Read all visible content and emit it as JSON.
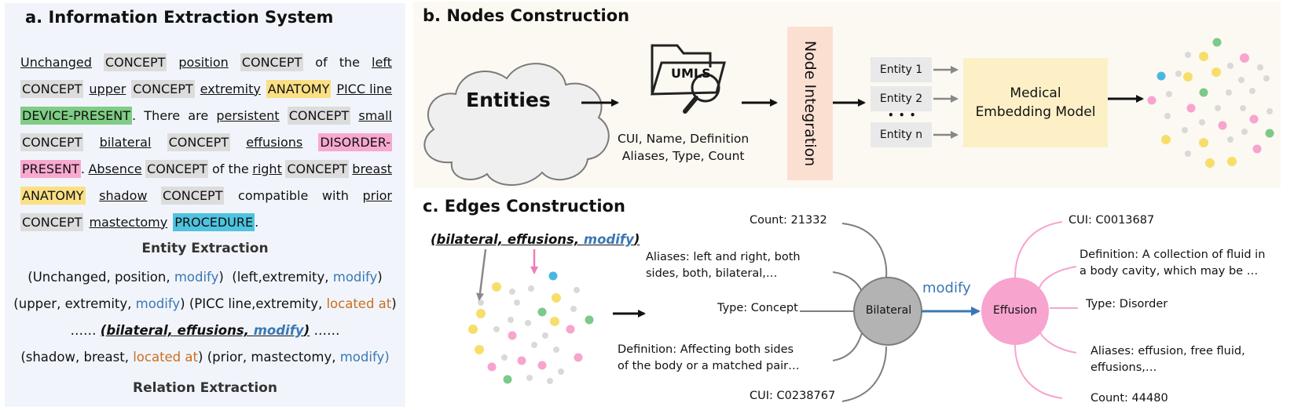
{
  "panel_a": {
    "title": "a. Information Extraction System",
    "report": {
      "w1": "Unchanged",
      "w2": "CONCEPT",
      "w3": "position",
      "w4": "CONCEPT",
      "w5": "of",
      "w6": "the",
      "w7": "left",
      "w8": "CONCEPT",
      "w9": "upper",
      "w10": "CONCEPT",
      "w11": "extremity",
      "w12": "ANATOMY",
      "w13": "PICC line",
      "w14": "DEVICE-PRESENT",
      "w15": ".",
      "w16": "There",
      "w17": "are",
      "w18": "persistent",
      "w19": "CONCEPT",
      "w20": "small",
      "w21": "CONCEPT",
      "w22": "bilateral",
      "w23": "CONCEPT",
      "w24": "effusions",
      "w25": "DISORDER-",
      "w26": "PRESENT",
      "w27": ".",
      "w28": "Absence",
      "w29": "CONCEPT",
      "w30": "of the",
      "w31": "right",
      "w32": "CONCEPT",
      "w33": "breast",
      "w34": "ANATOMY",
      "w35": "shadow",
      "w36": "CONCEPT",
      "w37": "compatible",
      "w38": "with",
      "w39": "prior",
      "w40": "CONCEPT",
      "w41": "mastectomy",
      "w42": "PROCEDURE",
      "w43": "."
    },
    "entity_extraction": "Entity Extraction",
    "triples": {
      "r1": {
        "a": "(Unchanged,",
        "b": "position,",
        "c": "modify",
        "d": ")",
        "e": "(left,",
        "f": "extremity,",
        "g": "modify",
        "h": ")"
      },
      "r2": {
        "a": "(upper,",
        "b": "extremity,",
        "c": "modify",
        "d": ")",
        "e": "(PICC line,",
        "f": "extremity,",
        "g": "located at",
        "h": ")"
      },
      "r3": {
        "dots1": "……",
        "open": "(bilateral,",
        "b": "effusions,",
        "c": "modify",
        "close": ")",
        "dots2": "……"
      },
      "r4": {
        "a": "(shadow,",
        "b": "breast,",
        "c": "located at",
        "d": ")",
        "e": "(prior,",
        "f": "mastectomy,",
        "g": "modify",
        "h": ")"
      }
    },
    "relation_extraction": "Relation Extraction"
  },
  "panel_b": {
    "title": "b. Nodes Construction",
    "entities": "Entities",
    "umls": "UMLS",
    "attrs_line1": "CUI, Name,  Definition",
    "attrs_line2": "Aliases,  Type, Count",
    "node_integration": "Node Integration",
    "entity_1": "Entity 1",
    "entity_2": "Entity 2",
    "ellipsis": "• • •",
    "entity_n": "Entity n",
    "model_line1": "Medical",
    "model_line2": "Embedding Model"
  },
  "panel_c": {
    "title": "c. Edges Construction",
    "triple": {
      "open": "(bilateral, effusions, ",
      "rel": "modify",
      "close": ")"
    },
    "left_attrs": {
      "count": "Count: 21332",
      "aliases1": "Aliases: left and right, both",
      "aliases2": "sides, both, bilateral,…",
      "type": "Type: Concept",
      "def1": "Definition: Affecting both sides",
      "def2": "of the body or a matched pair…",
      "cui": "CUI: C0238767"
    },
    "node_left": "Bilateral",
    "edge_label": "modify",
    "node_right": "Effusion",
    "right_attrs": {
      "cui": "CUI: C0013687",
      "def1": "Definition: A collection of fluid in",
      "def2": "a body cavity, which may be …",
      "type": "Type: Disorder",
      "aliases1": "Aliases: effusion, free fluid,",
      "aliases2": "effusions,…",
      "count": "Count: 44480"
    }
  },
  "colors": {
    "concept": "#dcdcdc",
    "anatomy": "#fadf85",
    "device": "#7fcd84",
    "disorder": "#f8a9cf",
    "procedure": "#4fc3df",
    "modify": "#3a77b5",
    "located_at": "#cc6d1f",
    "bilateral_node": "#b3b3b3",
    "effusion_node": "#f7a4cf",
    "node_integration": "#fbe0d2",
    "embedding_model": "#fdf0c7"
  },
  "icons": [
    "cloud-shape",
    "folder-icon",
    "magnifier-icon",
    "arrow-icon",
    "dot-cloud"
  ]
}
